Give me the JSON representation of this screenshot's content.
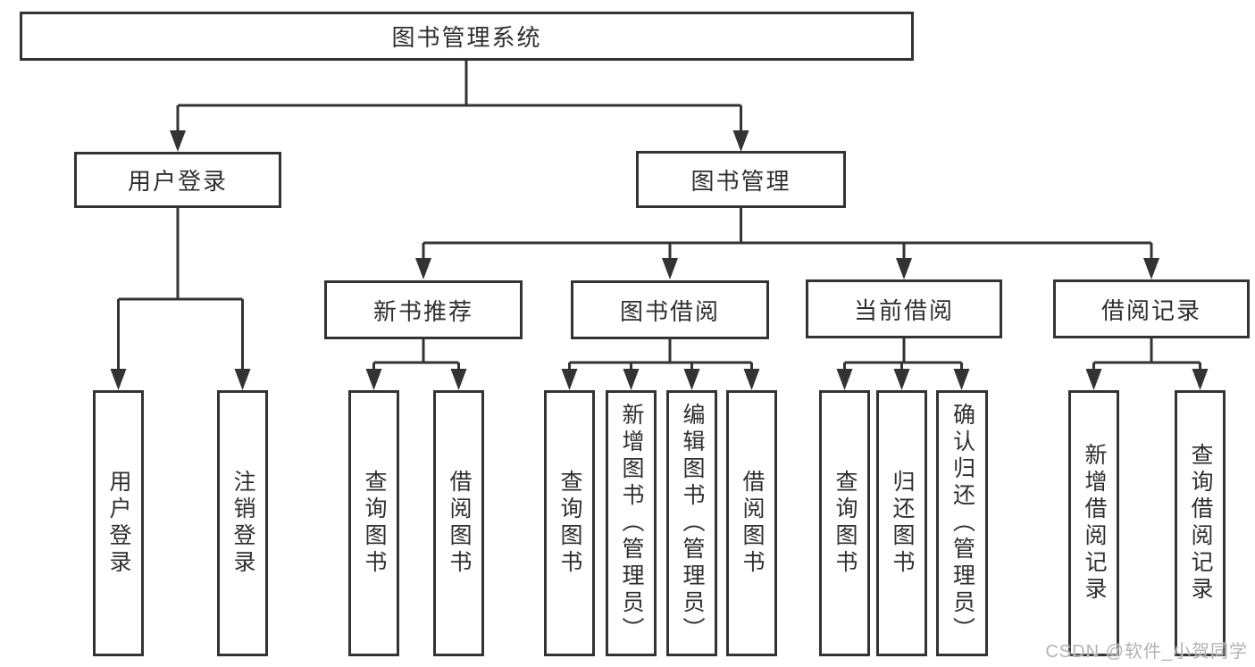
{
  "diagram": {
    "root": {
      "label": "图书管理系统"
    },
    "branches": [
      {
        "label": "用户登录",
        "children": [
          {
            "label": "用户登录"
          },
          {
            "label": "注销登录"
          }
        ]
      },
      {
        "label": "图书管理",
        "sections": [
          {
            "label": "新书推荐",
            "children": [
              {
                "label": "查询图书"
              },
              {
                "label": "借阅图书"
              }
            ]
          },
          {
            "label": "图书借阅",
            "children": [
              {
                "label": "查询图书"
              },
              {
                "label": "新增图书（管理员）"
              },
              {
                "label": "编辑图书（管理员）"
              },
              {
                "label": "借阅图书"
              }
            ]
          },
          {
            "label": "当前借阅",
            "children": [
              {
                "label": "查询图书"
              },
              {
                "label": "归还图书"
              },
              {
                "label": "确认归还（管理员）"
              }
            ]
          },
          {
            "label": "借阅记录",
            "children": [
              {
                "label": "新增借阅记录"
              },
              {
                "label": "查询借阅记录"
              }
            ]
          }
        ]
      }
    ]
  },
  "watermark": {
    "text": "CSDN @软件_小贺同学"
  },
  "colors": {
    "line": "#333333",
    "text": "#2f2f2f",
    "box_background": "#ffffff",
    "page_background": "#ffffff",
    "watermark": "#b3b3b3"
  }
}
